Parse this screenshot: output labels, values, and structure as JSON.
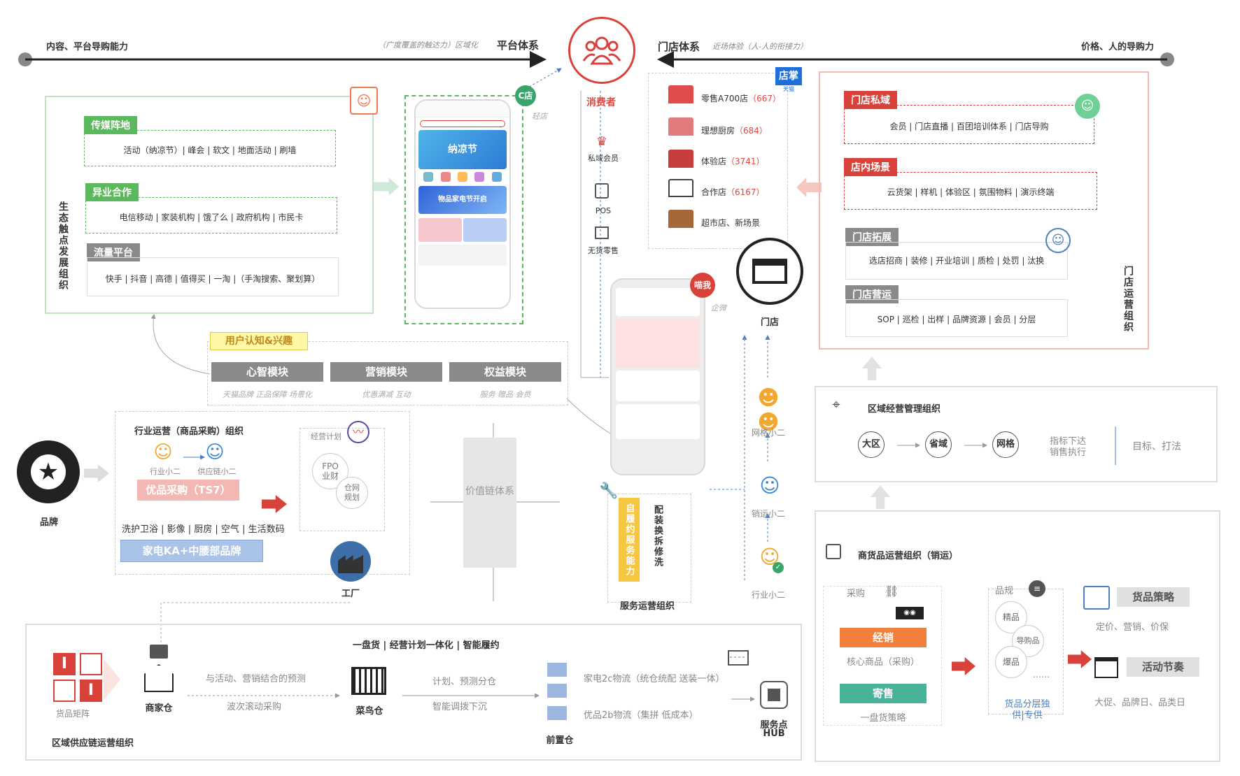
{
  "top": {
    "left_label": "内容、平台导购能力",
    "left_italic": "（广度覆盖的触达力）区域化",
    "platform": "平台体系",
    "store": "门店体系",
    "store_italic": "近场体验（人-人的衔接力）",
    "right_label": "价格、人的导购力",
    "consumer": "消费者"
  },
  "eco": {
    "vertical": "生态触点发展组织",
    "groups": [
      {
        "tag": "传媒阵地",
        "text": "活动（纳凉节）| 峰会 | 软文 | 地面活动 | 刷墙"
      },
      {
        "tag": "异业合作",
        "text": "电信移动 | 家装机构 | 饿了么 | 政府机构 | 市民卡"
      },
      {
        "tag": "流量平台",
        "text": "快手 | 抖音 | 高德 | 值得买 | 一淘 |（手淘搜索、聚划算）"
      }
    ]
  },
  "c_store": {
    "badge": "C店",
    "note": "轻店",
    "banner1": "纳凉节",
    "banner2": "物品家电节开启"
  },
  "consumer_side": {
    "items": [
      "私域会员",
      "POS",
      "无货零售"
    ]
  },
  "store_list": {
    "badge": "店掌",
    "badge_sub": "天猫",
    "items": [
      {
        "name": "零售A700店",
        "count": "（667）"
      },
      {
        "name": "理想厨房",
        "count": "（684）"
      },
      {
        "name": "体验店",
        "count": "（3741）"
      },
      {
        "name": "合作店",
        "count": "（6167）"
      },
      {
        "name": "超市店、新场景",
        "count": ""
      }
    ]
  },
  "store_ops": {
    "vertical": "门店运营组织",
    "groups": [
      {
        "tag": "门店私域",
        "text": "会员 | 门店直播 | 百团培训体系 | 门店导购"
      },
      {
        "tag": "店内场景",
        "text": "云货架 | 样机 | 体验区 | 氛围物料 | 演示终端"
      },
      {
        "tag": "门店拓展",
        "text": "选店招商 | 装修 | 开业培训 | 质检 | 处罚 | 汰换"
      },
      {
        "tag": "门店营运",
        "text": "SOP | 巡检 | 出样 | 品牌资源 | 会员 | 分层"
      }
    ]
  },
  "user": {
    "tag": "用户认知&兴趣",
    "modules": [
      {
        "name": "心智模块",
        "sub": "天猫品牌 正品保障 场景化"
      },
      {
        "name": "营销模块",
        "sub": "优惠满减 互动"
      },
      {
        "name": "权益模块",
        "sub": "服务 赠品 会员"
      }
    ]
  },
  "brand": "品牌",
  "industry": {
    "title": "行业运营（商品采购）组织",
    "role1": "行业小二",
    "role2": "供应链小二",
    "highlight": "优品采购（TS7）",
    "categories": "洗护卫浴 | 影像 | 厨房 | 空气 | 生活数码",
    "ka": "家电KA+中腰部品牌",
    "plan": "经营计划",
    "fpo": "FPO",
    "fpo2": "业财",
    "warehouse": "仓网",
    "warehouse2": "规划"
  },
  "value_chain": "价值链体系",
  "factory": "工厂",
  "miaowo": {
    "badge": "喵我",
    "note": "企微"
  },
  "store_label": "门店",
  "service": {
    "left": "自履约服务能力",
    "right": "配装换拆修洗",
    "title": "服务运营组织"
  },
  "roles_right": [
    "网格小二",
    "销运小二",
    "行业小二"
  ],
  "region_mgmt": {
    "title": "区域经营管理组织",
    "steps": [
      "大区",
      "省域",
      "网格"
    ],
    "exec": "指标下达",
    "exec2": "销售执行",
    "goal": "目标、打法"
  },
  "merch": {
    "title": "商货品运营组织（销运）",
    "purchase": "采购",
    "jingxiao": "经销",
    "core": "核心商品（采购）",
    "jishou": "寄售",
    "yipan": "一盘货策略",
    "pingui": "品规",
    "jingpin": "精品",
    "daogou": "导购品",
    "baopin": "爆品",
    "dots": "……",
    "fenceng": "货品分层独",
    "fenceng2": "供|专供",
    "strategy": "货品策略",
    "strategy_sub": "定价、营销、价保",
    "activity": "活动节奏",
    "activity_sub": "大促、品牌日、品类日"
  },
  "supply": {
    "title": "区域供应链运营组织",
    "header": "一盘货 | 经营计划一体化 | 智能履约",
    "matrix": "货品矩阵",
    "merchant_wh": "商家仓",
    "forecast": "与活动、营销结合的预测",
    "wave": "波次滚动采购",
    "cainiao": "菜鸟仓",
    "plan": "计划、预测分仓",
    "smart": "智能调拨下沉",
    "b2c": "家电2c物流（统仓统配 送装一体）",
    "b2b": "优品2b物流（集拼 低成本）",
    "front": "前置仓",
    "hub": "服务点",
    "hub2": "HUB"
  },
  "colors": {
    "green": "#5cb85c",
    "red": "#d9423a",
    "orange": "#f0803c",
    "teal": "#46b39a",
    "blue": "#6d8ec9"
  }
}
